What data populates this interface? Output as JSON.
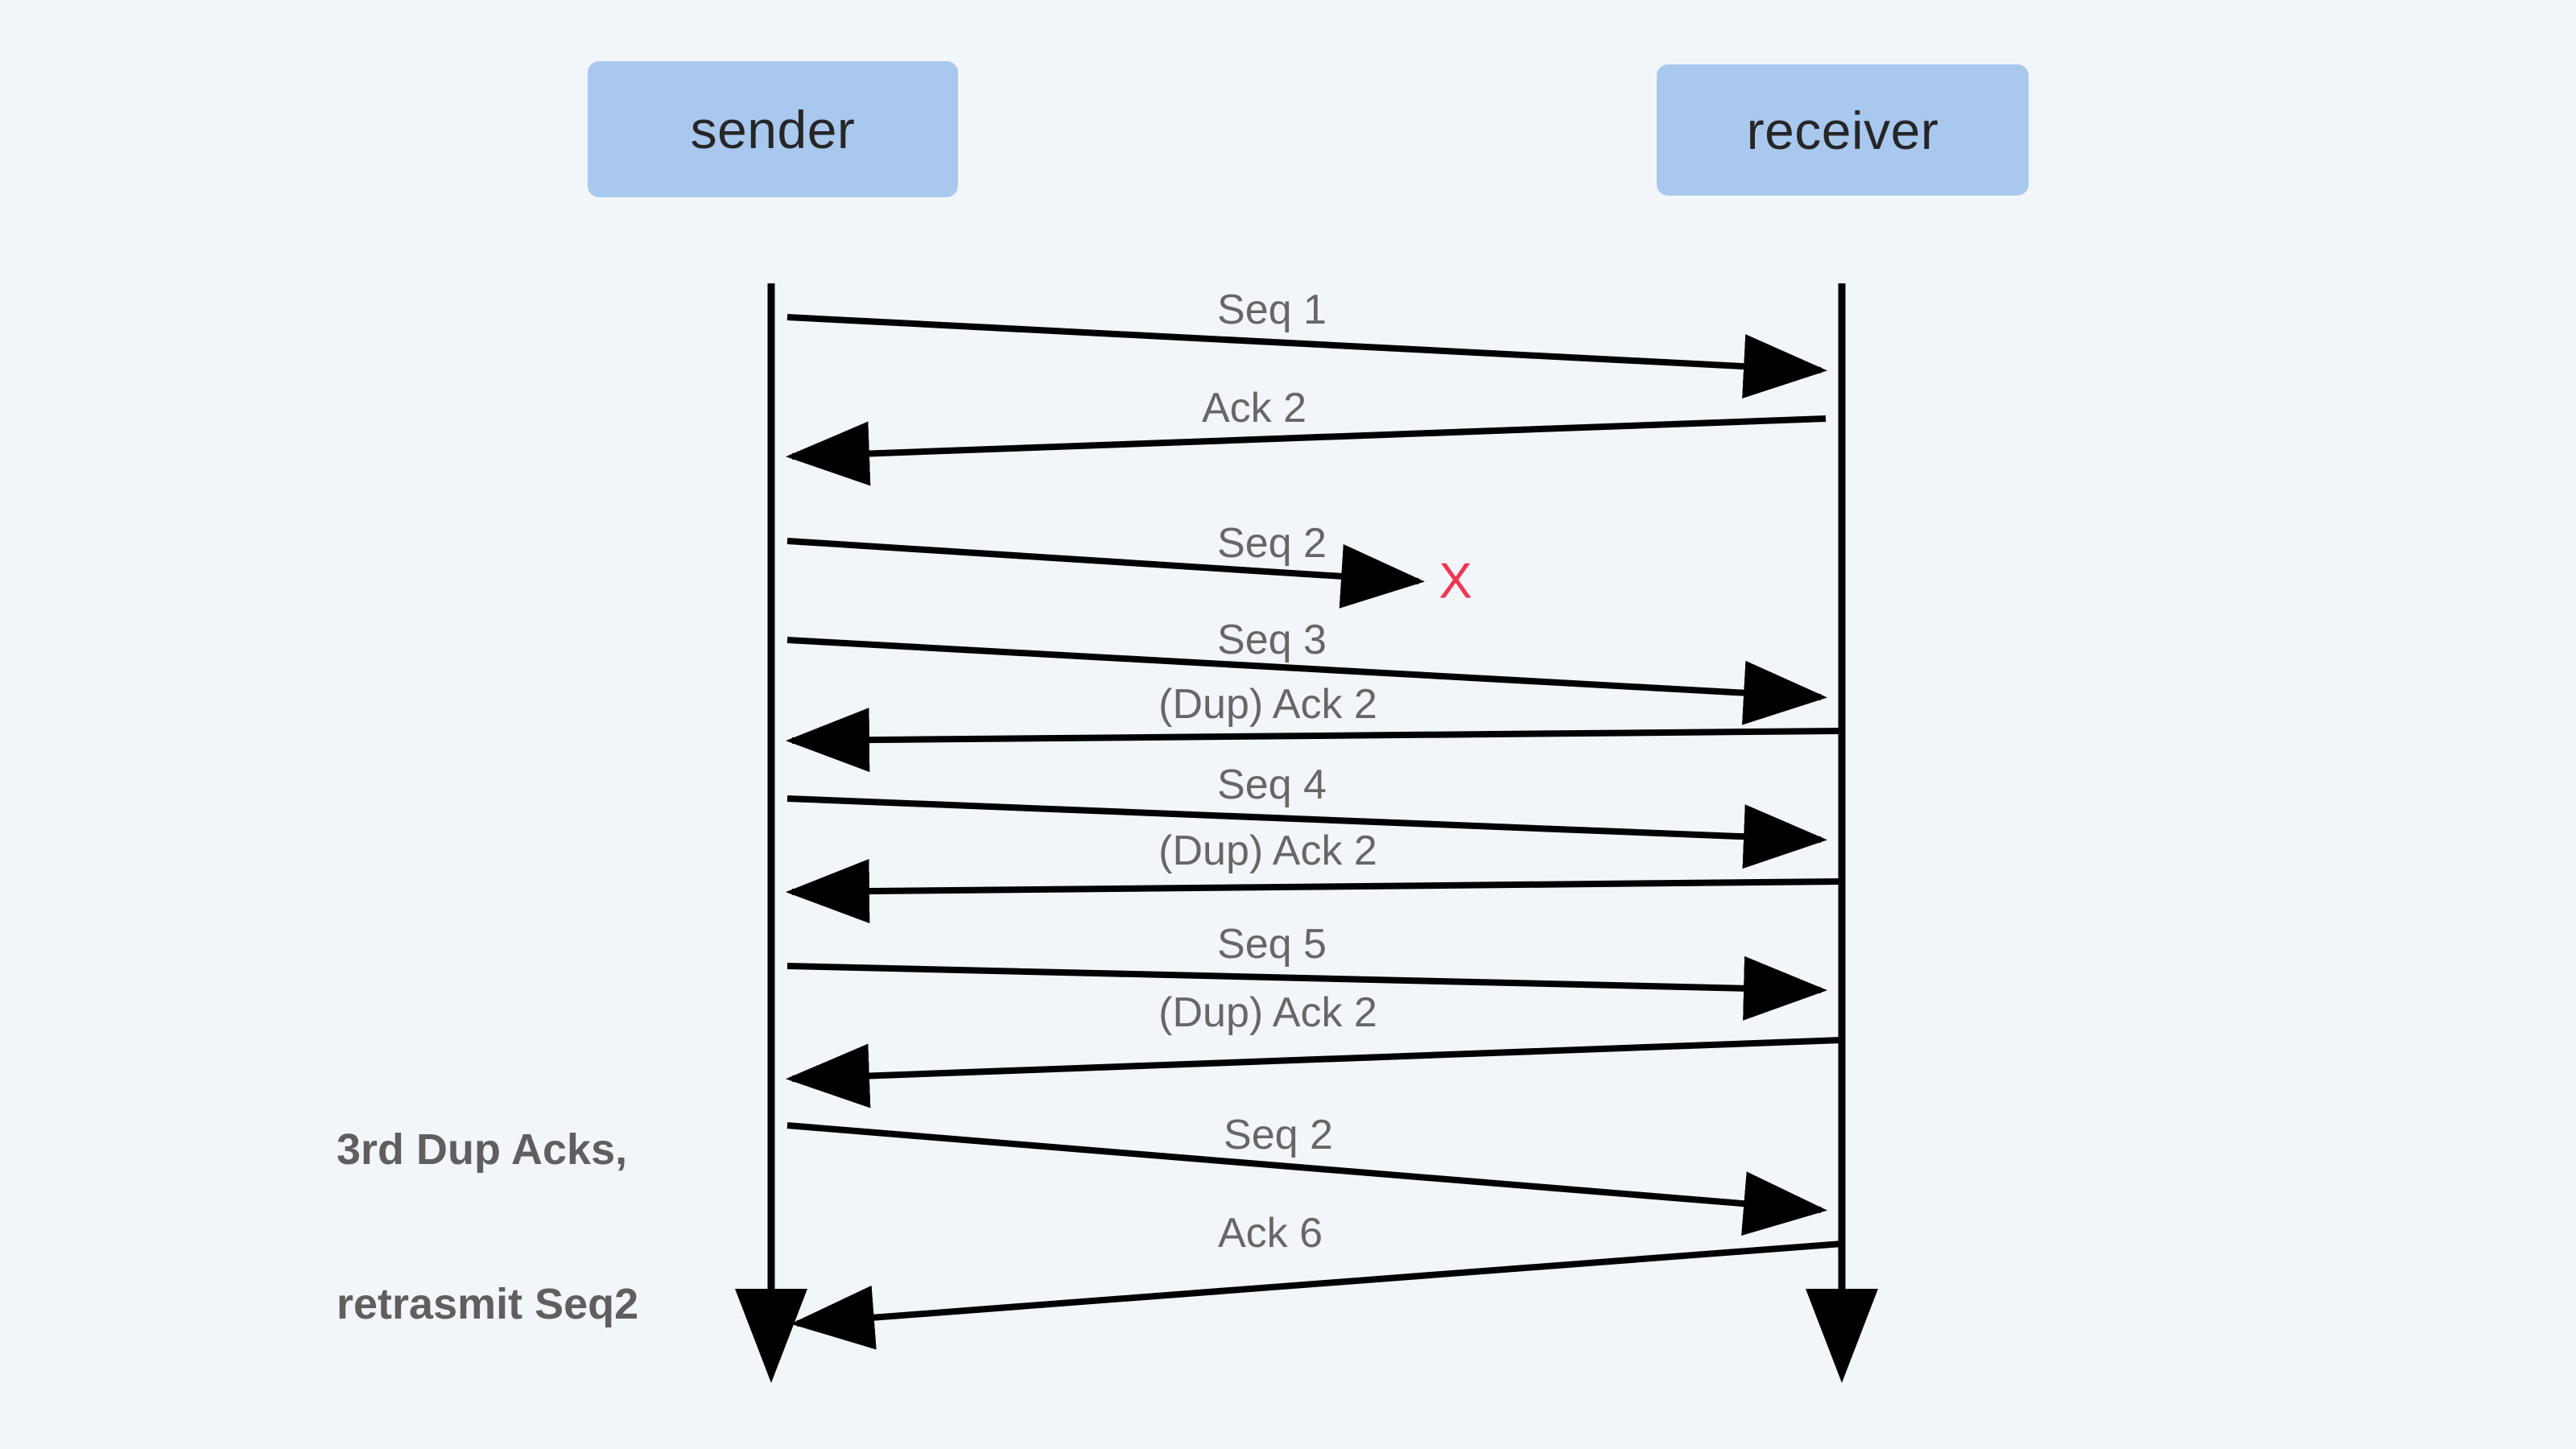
{
  "diagram": {
    "title_participants": {
      "sender": "sender",
      "receiver": "receiver"
    },
    "colors": {
      "background": "#f2f6fb",
      "participant_box": "#a9c8ee",
      "participant_text": "#262626",
      "message_label": "#676767",
      "line": "#000000",
      "loss_marker": "#f5334f",
      "note_text": "#5f5f5f"
    },
    "messages": [
      {
        "label": "Seq 1",
        "from": "sender",
        "to": "receiver",
        "lost": false
      },
      {
        "label": "Ack 2",
        "from": "receiver",
        "to": "sender",
        "lost": false
      },
      {
        "label": "Seq 2",
        "from": "sender",
        "to": "receiver",
        "lost": true
      },
      {
        "label": "Seq 3",
        "from": "sender",
        "to": "receiver",
        "lost": false
      },
      {
        "label": "(Dup) Ack 2",
        "from": "receiver",
        "to": "sender",
        "lost": false
      },
      {
        "label": "Seq 4",
        "from": "sender",
        "to": "receiver",
        "lost": false
      },
      {
        "label": "(Dup) Ack 2",
        "from": "receiver",
        "to": "sender",
        "lost": false
      },
      {
        "label": "Seq 5",
        "from": "sender",
        "to": "receiver",
        "lost": false
      },
      {
        "label": "(Dup) Ack 2",
        "from": "receiver",
        "to": "sender",
        "lost": false
      },
      {
        "label": "Seq 2",
        "from": "sender",
        "to": "receiver",
        "lost": false
      },
      {
        "label": "Ack 6",
        "from": "receiver",
        "to": "sender",
        "lost": false
      }
    ],
    "loss_marker": "X",
    "note": {
      "line1": "3rd Dup Acks,",
      "line2": "retrasmit Seq2"
    }
  }
}
